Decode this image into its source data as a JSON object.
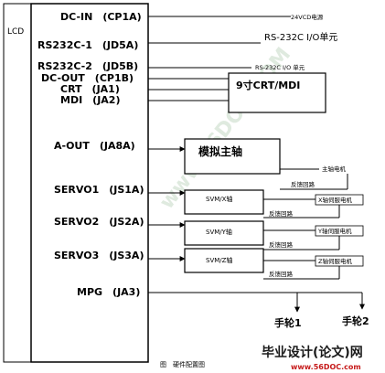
{
  "diagram": {
    "lcd_label": "LCD",
    "ports": [
      {
        "id": "dc_in",
        "label": "DC-IN　(CP1A)"
      },
      {
        "id": "rs232_1",
        "label": "RS232C-1　(JD5A)"
      },
      {
        "id": "rs232_2",
        "label": "RS232C-2　(JD5B)"
      },
      {
        "id": "dc_out",
        "label": "DC-OUT　(CP1B)"
      },
      {
        "id": "crt",
        "label": "CRT　(JA1)"
      },
      {
        "id": "mdi",
        "label": "MDI　(JA2)"
      },
      {
        "id": "a_out",
        "label": "A-OUT　(JA8A)"
      },
      {
        "id": "servo1",
        "label": "SERVO1　(JS1A)"
      },
      {
        "id": "servo2",
        "label": "SERVO2　(JS2A)"
      },
      {
        "id": "servo3",
        "label": "SERVO3　(JS3A)"
      },
      {
        "id": "mpg",
        "label": "MPG　(JA3)"
      }
    ],
    "targets": {
      "power": "24VCD电源",
      "rs232_unit_1": "RS-232C I/O单元",
      "rs232_unit_2": "RS-232C I/O 单元",
      "crt_mdi": "9寸CRT/MDI",
      "spindle": "模拟主轴",
      "spindle_motor": "主轴电机",
      "feedback": "反馈回路",
      "svm_x": "SVM/X轴",
      "svm_y": "SVM/Y轴",
      "svm_z": "SVM/Z轴",
      "x_motor": "X轴伺服电机",
      "y_motor": "Y轴伺服电机",
      "z_motor": "Z轴伺服电机",
      "handwheel_1": "手轮1",
      "handwheel_2": "手轮2"
    },
    "caption": "图　硬件配置图",
    "watermark": "www.56DOC.COM",
    "footer_brand": "毕业设计(论文)网",
    "footer_url": "www.56DOC.com"
  }
}
